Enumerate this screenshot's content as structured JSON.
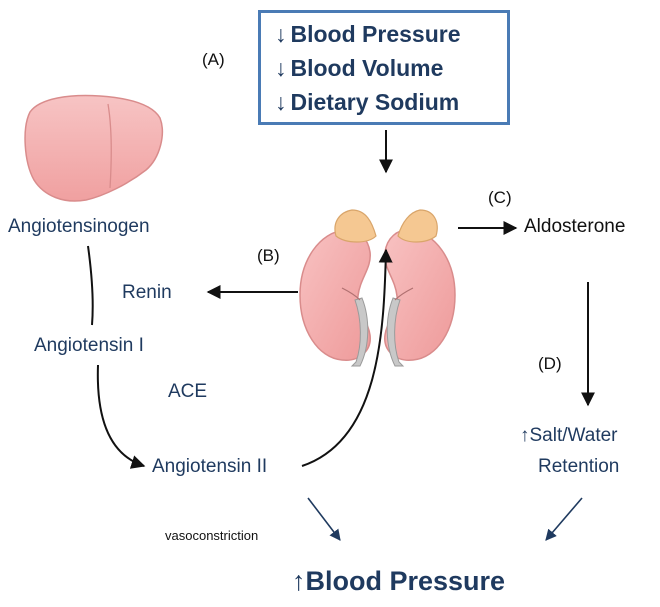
{
  "trigger": {
    "arrow": "↓",
    "lines": [
      "Blood Pressure",
      "Blood Volume",
      "Dietary Sodium"
    ]
  },
  "steps": {
    "a": "(A)",
    "b": "(B)",
    "c": "(C)",
    "d": "(D)"
  },
  "pathway": {
    "angiotensinogen": "Angiotensinogen",
    "renin": "Renin",
    "angiotensin1": "Angiotensin I",
    "ace": "ACE",
    "angiotensin2": "Angiotensin II",
    "aldosterone": "Aldosterone",
    "salt_water_line1": "↑Salt/Water",
    "salt_water_line2": "Retention",
    "vasoconstriction": "vasoconstriction"
  },
  "outcome": {
    "arrow": "↑",
    "label": "Blood Pressure"
  },
  "colors": {
    "text_blue": "#1f3a5f",
    "box_border": "#4a7bb5",
    "organ_pink": "#f4b6b6",
    "organ_outline": "#d98c8c",
    "adrenal_orange": "#f5c892",
    "ureter_gray": "#c8c8c8"
  },
  "icons": [
    "liver-icon",
    "left-kidney-icon",
    "right-kidney-icon",
    "left-adrenal-icon",
    "right-adrenal-icon"
  ]
}
